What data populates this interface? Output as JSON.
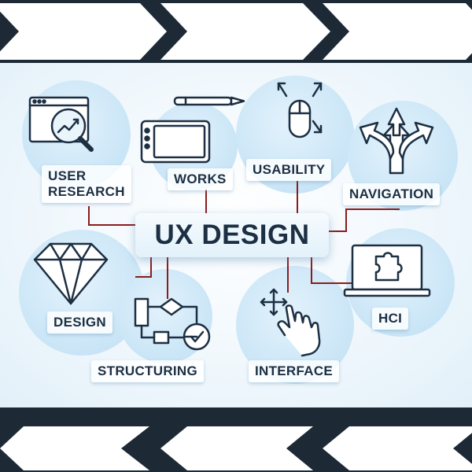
{
  "diagram": {
    "center": "UX DESIGN",
    "nodes": [
      {
        "id": "user-research",
        "label": "USER\nRESEARCH",
        "icon": "magnifier-chart-icon"
      },
      {
        "id": "works",
        "label": "WORKS",
        "icon": "tablet-pen-icon"
      },
      {
        "id": "usability",
        "label": "USABILITY",
        "icon": "mouse-icon"
      },
      {
        "id": "navigation",
        "label": "NAVIGATION",
        "icon": "branching-arrows-icon"
      },
      {
        "id": "design",
        "label": "DESIGN",
        "icon": "diamond-icon"
      },
      {
        "id": "structuring",
        "label": "STRUCTURING",
        "icon": "flowchart-icon"
      },
      {
        "id": "interface",
        "label": "INTERFACE",
        "icon": "touch-hand-icon"
      },
      {
        "id": "hci",
        "label": "HCI",
        "icon": "laptop-puzzle-icon"
      }
    ]
  },
  "colors": {
    "band": "#1d2a36",
    "chevron": "#ffffff",
    "connector": "#8b1c1c",
    "text": "#1c2f43",
    "circle": "#c9e5f6"
  }
}
